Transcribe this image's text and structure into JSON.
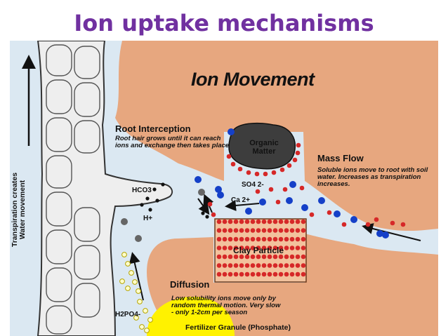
{
  "title": "Ion uptake mechanisms",
  "diagram": {
    "heading": "Ion Movement",
    "root_interception": {
      "title": "Root Interception",
      "text": "Root hair grows until it can reach ions and exchange then takes place"
    },
    "mass_flow": {
      "title": "Mass Flow",
      "text": "Soluble ions move to root with soil water. Increases as transpiration increases."
    },
    "diffusion": {
      "title": "Diffusion",
      "text": "Low solubility ions move only by random thermal motion. Very slow - only 1-2cm per season"
    },
    "organic_matter": "Organic Matter",
    "clay_particle": "Clay Particle",
    "fertilizer": "Fertilizer Granule (Phosphate)",
    "transpiration": "Transpiration creates Water movement",
    "ions": {
      "hco3": "HCO3",
      "h_plus": "H+",
      "so4": "SO4 2-",
      "ca": "Ca 2+",
      "h2po4": "H2PO4-"
    },
    "colors": {
      "title": "#7030a0",
      "soil": "#e7a77f",
      "water": "#dbe8f2",
      "root": "#eeeeee",
      "cation": "#d62828",
      "anion": "#1540c8",
      "phosphate": "#fff200",
      "clay": "#f2c29d"
    }
  }
}
